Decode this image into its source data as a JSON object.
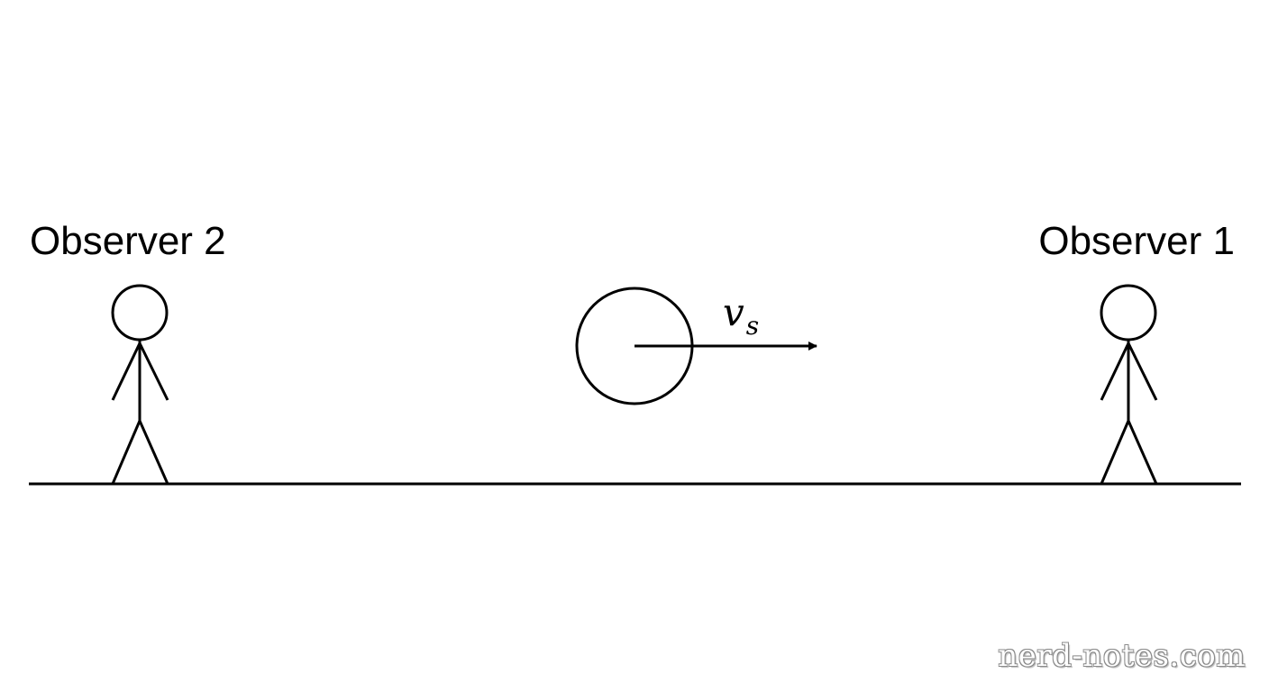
{
  "labels": {
    "observer_left": "Observer 2",
    "observer_right": "Observer 1",
    "velocity_symbol": "v",
    "velocity_subscript": "s"
  },
  "watermark": "nerd-notes.com",
  "colors": {
    "stroke": "#000000",
    "background": "#ffffff",
    "watermark_outline": "#8a8a8a"
  }
}
